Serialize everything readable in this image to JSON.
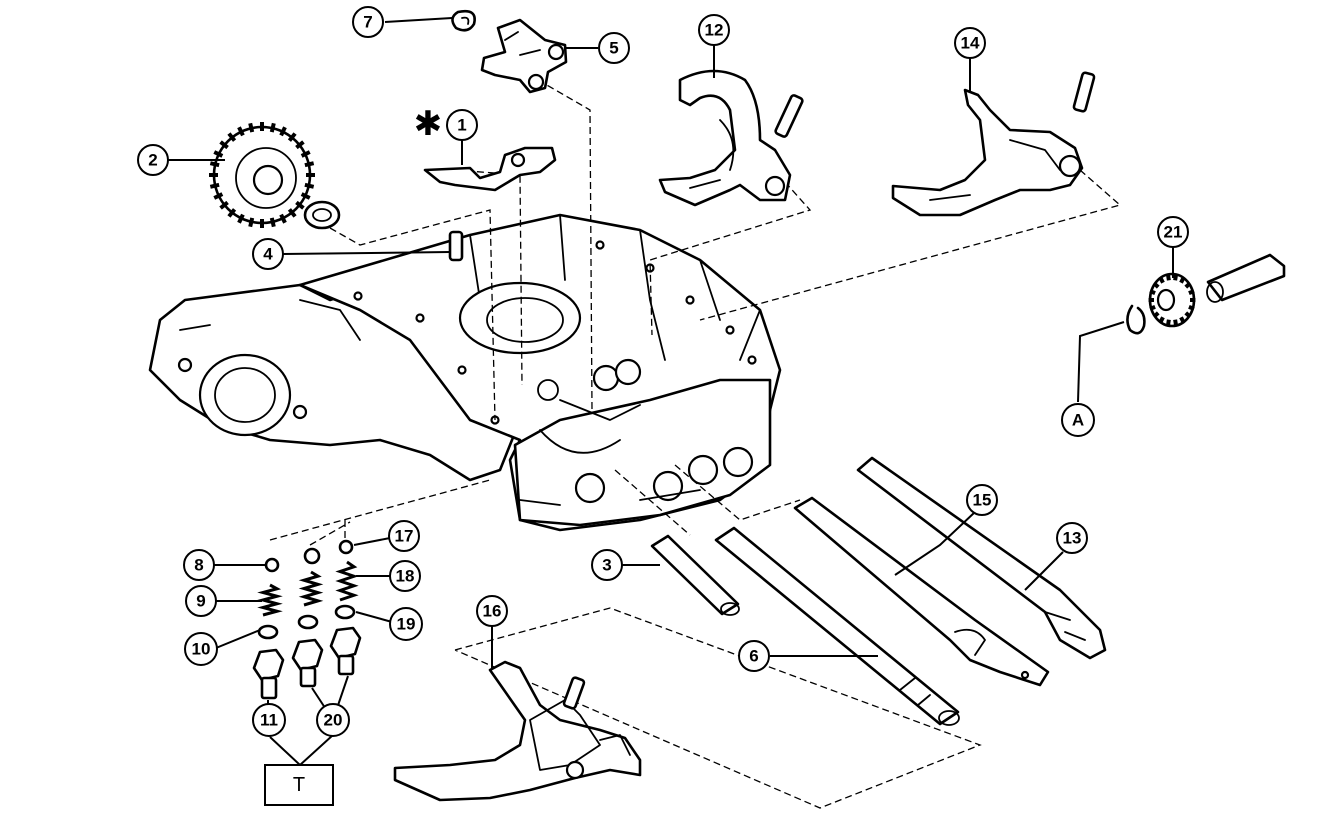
{
  "callouts": {
    "c1": "1",
    "c2": "2",
    "c3": "3",
    "c4": "4",
    "c5": "5",
    "c6": "6",
    "c7": "7",
    "c8": "8",
    "c9": "9",
    "c10": "10",
    "c11": "11",
    "c12": "12",
    "c13": "13",
    "c14": "14",
    "c15": "15",
    "c16": "16",
    "c17": "17",
    "c18": "18",
    "c19": "19",
    "c20": "20",
    "c21": "21"
  },
  "reference_a": "A",
  "torque_box": "T",
  "asterisk": "✱"
}
